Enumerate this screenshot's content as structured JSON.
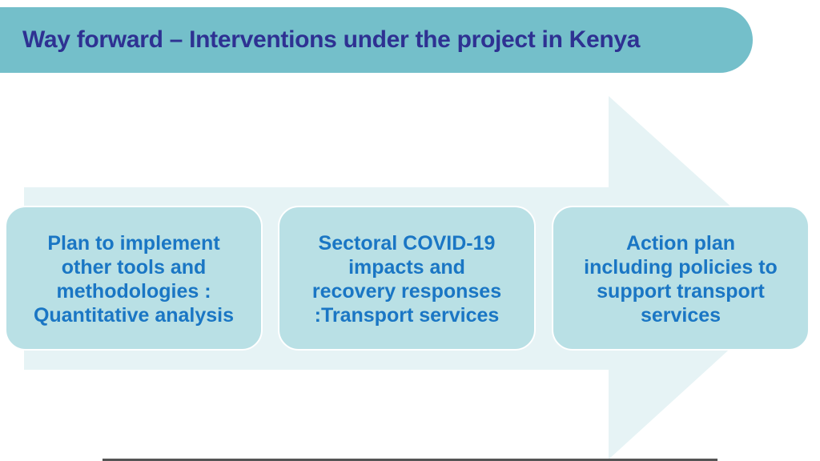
{
  "slide": {
    "title": "Way forward – Interventions under the project in Kenya"
  },
  "steps": [
    {
      "text": "Plan to implement\nother tools and\nmethodologies :\nQuantitative analysis"
    },
    {
      "text": "Sectoral COVID-19\nimpacts and\nrecovery responses\n:Transport services"
    },
    {
      "text": "Action plan\nincluding policies to\nsupport transport\nservices"
    }
  ],
  "colors": {
    "banner": "#74bfca",
    "title": "#2e3192",
    "arrow": "#e6f3f5",
    "box_fill": "#b9e0e5",
    "box_text": "#1a76c4"
  }
}
